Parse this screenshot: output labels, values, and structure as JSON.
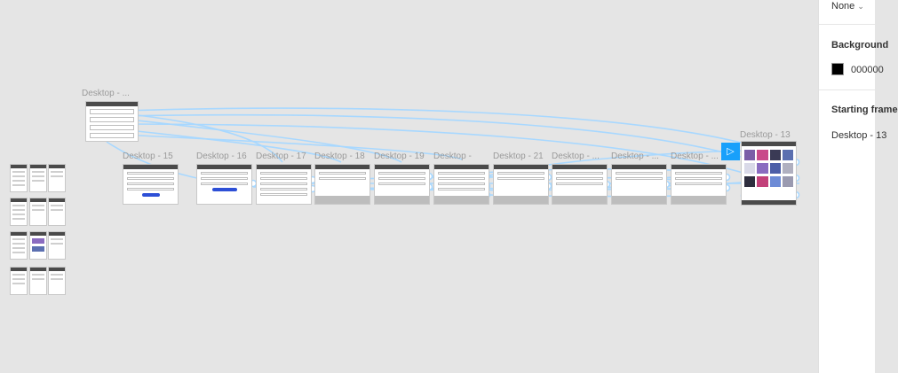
{
  "canvas": {
    "labels": {
      "top_frame": "Desktop - ...",
      "d15": "Desktop - 15",
      "d16": "Desktop - 16",
      "d17": "Desktop - 17",
      "d18": "Desktop - 18",
      "d19": "Desktop - 19",
      "d20": "Desktop -",
      "d21": "Desktop - 21",
      "d22": "Desktop - ...",
      "d23": "Desktop - ...",
      "d24": "Desktop - ...",
      "d13": "Desktop - 13"
    },
    "play_icon": "▷"
  },
  "panel": {
    "top_value": "None",
    "chevron": "⌄",
    "background_label": "Background",
    "background_hex": "000000",
    "background_color": "#000000",
    "starting_frame_label": "Starting frame",
    "starting_frame_value": "Desktop - 13"
  },
  "colors": {
    "canvas": "#e5e5e5",
    "flow_line": "#a8d8ff",
    "accent": "#18a0fb",
    "frame_header": "#4a4a4a"
  }
}
